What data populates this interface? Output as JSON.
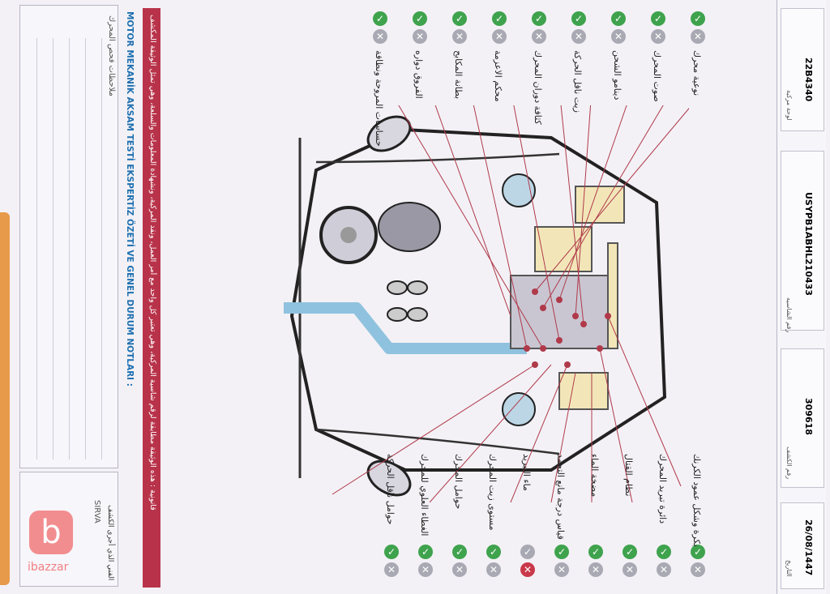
{
  "form": {
    "title": "MOTOR MEKANİK AKSAM TESTİ EKSPERTİZ ÖZETİ VE GENEL DURUM NOTLARI :",
    "notes_label_ar": "ملاحظات فحص المحرك",
    "legal_ar": "قانونية : هذه الوثيقة مطابقة لرقم شاسية المركبة، وهي تعتبر كل واحد مع أمر العمل، ونقد المركبة، ونشهادة المعلومات والسلعة، وهي تمثل الوثيقة المكشف",
    "sirva_label": "SIRVA",
    "signer_label_ar": "الفني الذي أجرى الكشف"
  },
  "header_strip": {
    "plate": "22B4340",
    "plate_label": "لوحة مركبة",
    "vin": "USYPB1ABHL210433",
    "vin_label": "رقم الشاسيه",
    "report_no": "309618",
    "report_label": "رقم الكشف",
    "date": "26/08/1447",
    "date_label": "التاريخ"
  },
  "checklist_left": [
    {
      "label": "نوعية محرك",
      "status": "ok"
    },
    {
      "label": "صوت المحرك",
      "status": "ok"
    },
    {
      "label": "دينامو الشحن",
      "status": "ok"
    },
    {
      "label": "زيت ناقل الحركة",
      "status": "ok"
    },
    {
      "label": "كثافة دوران المحرك",
      "status": "ok"
    },
    {
      "label": "محكم الاعزمة",
      "status": "ok"
    },
    {
      "label": "بطانة المكابح",
      "status": "ok"
    },
    {
      "label": "الفروق دواره",
      "status": "ok"
    },
    {
      "label": "حساسات المروحة ونظافة",
      "status": "ok"
    }
  ],
  "checklist_right": [
    {
      "label": "بكرة وشكل عمود الكرنك",
      "status": "ok"
    },
    {
      "label": "دائرة تبريد المحرك",
      "status": "ok"
    },
    {
      "label": "نظام القتال",
      "status": "ok"
    },
    {
      "label": "مضخة الماء",
      "status": "ok"
    },
    {
      "label": "قياس درجة مانع التجمد",
      "status": "ok"
    },
    {
      "label": "ماء التبريد",
      "status": "no"
    },
    {
      "label": "مستوى زيت المحرك",
      "status": "ok"
    },
    {
      "label": "حوامل المحرك",
      "status": "ok"
    },
    {
      "label": "الغطاء العلوي للمحرك",
      "status": "ok"
    },
    {
      "label": "حوامل ناقل الحركة",
      "status": "ok"
    }
  ],
  "brand": {
    "name": "ibazzar",
    "glyph": "b",
    "color": "#f28d8f"
  },
  "colors": {
    "accent": "#b8334a",
    "diagram_line": "#222222",
    "pointer": "#b03a4a"
  }
}
